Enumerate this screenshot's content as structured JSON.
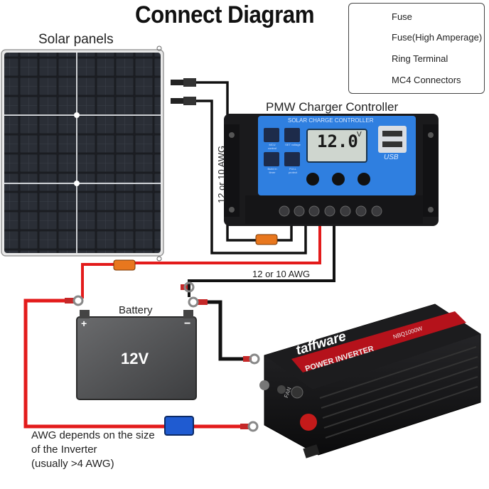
{
  "title": "Connect Diagram",
  "legend": {
    "items": [
      {
        "label": "Fuse",
        "icon": "fuse-icon"
      },
      {
        "label": "Fuse(High Amperage)",
        "icon": "fuse-high-amperage-icon"
      },
      {
        "label": "Ring Terminal",
        "icon": "ring-terminal-icon"
      },
      {
        "label": "MC4 Connectors",
        "icon": "mc4-connector-icon"
      }
    ]
  },
  "labels": {
    "solar_panels": "Solar panels",
    "controller": "PMW Charger Controller",
    "wire_gauge_vertical": "12 or 10 AWG",
    "wire_gauge_horizontal": "12 or 10 AWG",
    "battery": "Battery",
    "battery_voltage": "12V",
    "awg_note_1": "AWG depends on the size",
    "awg_note_2": "of the Inverter",
    "awg_note_3": "(usually  >4 AWG)"
  },
  "controller": {
    "panel_title": "SOLAR CHARGE CONTROLLER",
    "display_value": "12.0",
    "display_unit": "V",
    "usb_label": "USB",
    "buttons": [
      "MCU control",
      "SET voltage",
      "Build in timer",
      "FULL protect"
    ]
  },
  "inverter": {
    "brand": "taffware",
    "product": "POWER INVERTER",
    "model": "NBQ1000W",
    "fan_label": "FAN"
  },
  "colors": {
    "positive_wire": "#e31b1b",
    "negative_wire": "#111111",
    "fuse": "#e8771e",
    "fuse_high": "#1f5bd1",
    "controller_blue": "#2f7fe0"
  }
}
